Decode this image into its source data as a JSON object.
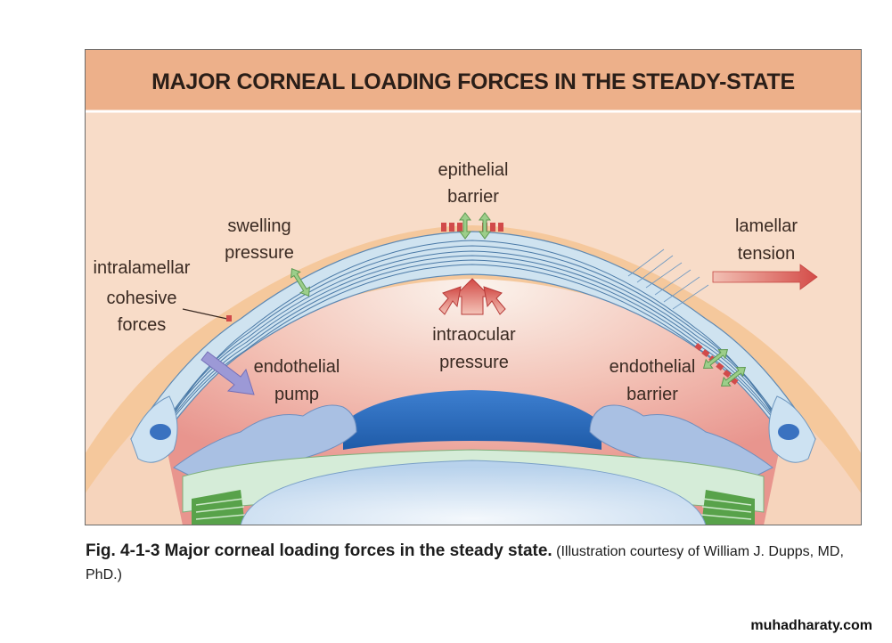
{
  "figure": {
    "title": "MAJOR CORNEAL LOADING FORCES IN THE STEADY-STATE",
    "labels": {
      "epithelial_barrier": [
        "epithelial",
        "barrier"
      ],
      "swelling_pressure": [
        "swelling",
        "pressure"
      ],
      "lamellar_tension": [
        "lamellar",
        "tension"
      ],
      "intralamellar_cohesive_forces": [
        "intralamellar",
        "cohesive",
        "forces"
      ],
      "intraocular_pressure": [
        "intraocular",
        "pressure"
      ],
      "endothelial_pump": [
        "endothelial",
        "pump"
      ],
      "endothelial_barrier": [
        "endothelial",
        "barrier"
      ]
    },
    "colors": {
      "title_band": "#edb08a",
      "background": "#f8dcc8",
      "cornea_stroma": "#cfe3f0",
      "lamella_lines": "#4a79a6",
      "red_arrow": "#d14a4a",
      "purple_arrow": "#9c99d6",
      "green_arrow": "#9cce8a",
      "lens": "#d8e8f6",
      "iris": "#a9c0e3",
      "pupil_dark": "#2f6fc0",
      "ciliary_green": "#58a24a"
    }
  },
  "caption": {
    "bold": "Fig. 4-1-3  Major corneal loading forces in the steady state.",
    "normal": " (Illustration courtesy of William J. Dupps, MD, PhD.)"
  },
  "watermark": "muhadharaty.com"
}
